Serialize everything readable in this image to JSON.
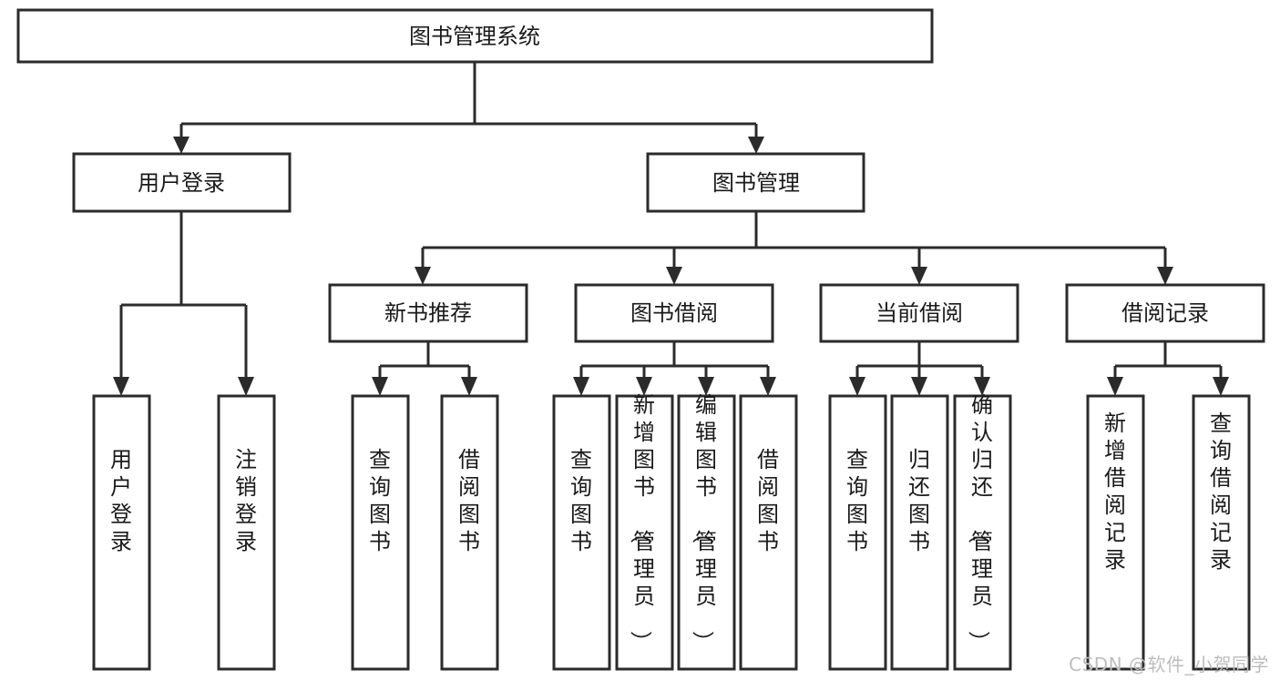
{
  "diagram": {
    "type": "tree-flowchart",
    "title": "图书管理系统",
    "root": {
      "label": "图书管理系统"
    },
    "level2": [
      {
        "label": "用户登录"
      },
      {
        "label": "图书管理"
      }
    ],
    "level3": [
      {
        "label": "新书推荐"
      },
      {
        "label": "图书借阅"
      },
      {
        "label": "当前借阅"
      },
      {
        "label": "借阅记录"
      }
    ],
    "leaves": {
      "user_login": [
        {
          "label": "用户登录"
        },
        {
          "label": "注销登录"
        }
      ],
      "new_book_recommend": [
        {
          "label": "查询图书"
        },
        {
          "label": "借阅图书"
        }
      ],
      "book_borrow": [
        {
          "label": "查询图书"
        },
        {
          "label": "新增图书（管理员）"
        },
        {
          "label": "编辑图书（管理员）"
        },
        {
          "label": "借阅图书"
        }
      ],
      "current_borrow": [
        {
          "label": "查询图书"
        },
        {
          "label": "归还图书"
        },
        {
          "label": "确认归还（管理员）"
        }
      ],
      "borrow_record": [
        {
          "label": "新增借阅记录"
        },
        {
          "label": "查询借阅记录"
        }
      ]
    }
  },
  "watermark": {
    "text": "CSDN @软件_小贺同学"
  },
  "colors": {
    "stroke": "#2b2b2b",
    "box_fill": "#ffffff",
    "text": "#1a1a1a",
    "watermark": "#bdbdbd"
  }
}
